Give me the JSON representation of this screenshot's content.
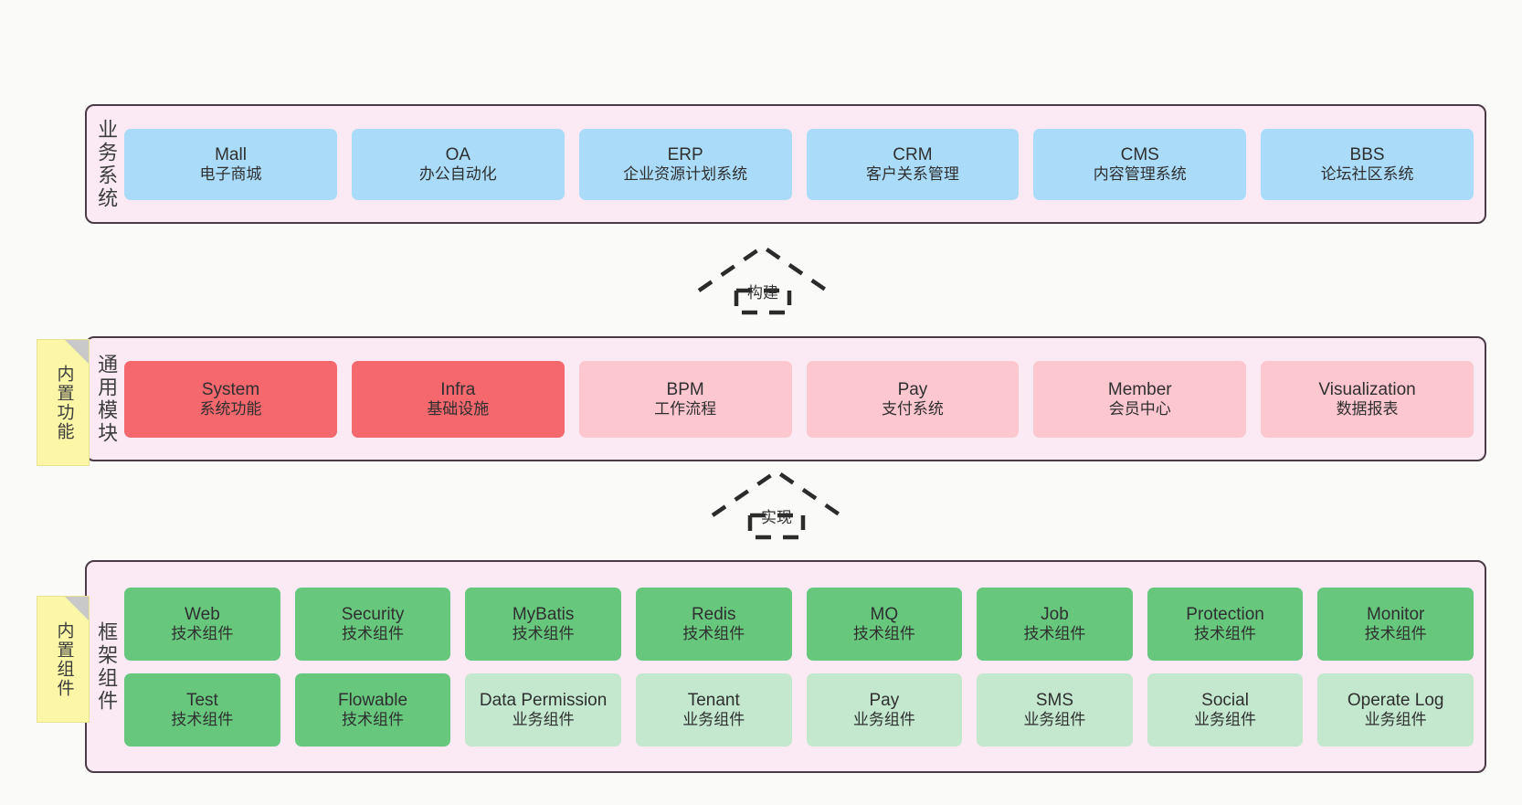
{
  "diagram": {
    "layers": [
      {
        "key": "business",
        "title": "业务系统",
        "rows": [
          [
            {
              "en": "Mall",
              "cn": "电子商城",
              "color": "c-blue"
            },
            {
              "en": "OA",
              "cn": "办公自动化",
              "color": "c-blue"
            },
            {
              "en": "ERP",
              "cn": "企业资源计划系统",
              "color": "c-blue"
            },
            {
              "en": "CRM",
              "cn": "客户关系管理",
              "color": "c-blue"
            },
            {
              "en": "CMS",
              "cn": "内容管理系统",
              "color": "c-blue"
            },
            {
              "en": "BBS",
              "cn": "论坛社区系统",
              "color": "c-blue"
            }
          ]
        ]
      },
      {
        "key": "module",
        "title": "通用模块",
        "rows": [
          [
            {
              "en": "System",
              "cn": "系统功能",
              "color": "c-red"
            },
            {
              "en": "Infra",
              "cn": "基础设施",
              "color": "c-red"
            },
            {
              "en": "BPM",
              "cn": "工作流程",
              "color": "c-pink"
            },
            {
              "en": "Pay",
              "cn": "支付系统",
              "color": "c-pink"
            },
            {
              "en": "Member",
              "cn": "会员中心",
              "color": "c-pink"
            },
            {
              "en": "Visualization",
              "cn": "数据报表",
              "color": "c-pink"
            }
          ]
        ]
      },
      {
        "key": "framework",
        "title": "框架组件",
        "rows": [
          [
            {
              "en": "Web",
              "cn": "技术组件",
              "color": "c-green"
            },
            {
              "en": "Security",
              "cn": "技术组件",
              "color": "c-green"
            },
            {
              "en": "MyBatis",
              "cn": "技术组件",
              "color": "c-green"
            },
            {
              "en": "Redis",
              "cn": "技术组件",
              "color": "c-green"
            },
            {
              "en": "MQ",
              "cn": "技术组件",
              "color": "c-green"
            },
            {
              "en": "Job",
              "cn": "技术组件",
              "color": "c-green"
            },
            {
              "en": "Protection",
              "cn": "技术组件",
              "color": "c-green"
            },
            {
              "en": "Monitor",
              "cn": "技术组件",
              "color": "c-green"
            }
          ],
          [
            {
              "en": "Test",
              "cn": "技术组件",
              "color": "c-green"
            },
            {
              "en": "Flowable",
              "cn": "技术组件",
              "color": "c-green"
            },
            {
              "en": "Data Permission",
              "cn": "业务组件",
              "color": "c-lightgrn"
            },
            {
              "en": "Tenant",
              "cn": "业务组件",
              "color": "c-lightgrn"
            },
            {
              "en": "Pay",
              "cn": "业务组件",
              "color": "c-lightgrn"
            },
            {
              "en": "SMS",
              "cn": "业务组件",
              "color": "c-lightgrn"
            },
            {
              "en": "Social",
              "cn": "业务组件",
              "color": "c-lightgrn"
            },
            {
              "en": "Operate Log",
              "cn": "业务组件",
              "color": "c-lightgrn"
            }
          ]
        ]
      }
    ],
    "stickies": [
      {
        "key": "builtin-function",
        "text": "内置功能"
      },
      {
        "key": "builtin-component",
        "text": "内置组件"
      }
    ],
    "connectors": [
      {
        "key": "build",
        "label": "构建"
      },
      {
        "key": "implement",
        "label": "实现"
      }
    ],
    "colors": {
      "panel_bg": "#fbeaf4",
      "panel_border": "#4a3b47",
      "blue": "#aadcfa",
      "red": "#f4686e",
      "pink": "#fcc7cf",
      "green": "#67c87d",
      "light_green": "#c3e8cd",
      "sticky": "#fbf7a6",
      "canvas": "#fafaf9"
    }
  }
}
